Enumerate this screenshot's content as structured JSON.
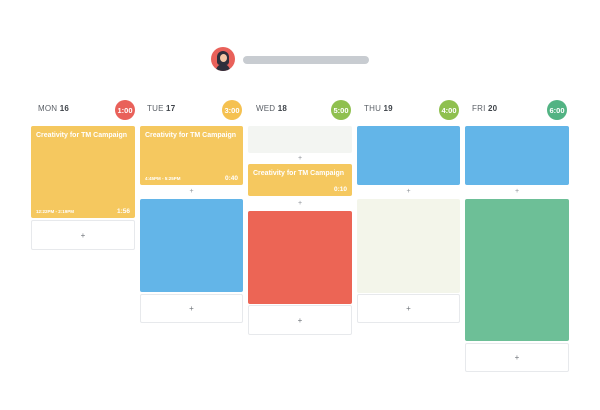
{
  "header": {
    "avatar_icon": "user-avatar-icon",
    "name_placeholder": ""
  },
  "colors": {
    "yellow": "#f5c85f",
    "blue": "#63b5e8",
    "red": "#ec6555",
    "green": "#6dbf97",
    "pale": "#f3f5ea",
    "badge_mon": "#e9615a",
    "badge_tue": "#f5c150",
    "badge_wed": "#8fc04f",
    "badge_thu": "#8fc04f",
    "badge_fri": "#52b383"
  },
  "days": [
    {
      "dow": "MON",
      "date": "16",
      "total": "1:00"
    },
    {
      "dow": "TUE",
      "date": "17",
      "total": "3:00"
    },
    {
      "dow": "WED",
      "date": "18",
      "total": "5:00"
    },
    {
      "dow": "THU",
      "date": "19",
      "total": "4:00"
    },
    {
      "dow": "FRI",
      "date": "20",
      "total": "6:00"
    }
  ],
  "events": {
    "mon_1": {
      "title": "Creativity for TM Campaign",
      "time": "12:22PM - 2:19PM",
      "duration": "1:56"
    },
    "tue_1": {
      "title": "Creativity for TM Campaign",
      "time": "4:45PM - 5:25PM",
      "duration": "0:40"
    },
    "wed_1": {
      "title": "Creativity for TM Campaign",
      "duration": "0:10"
    }
  },
  "add_symbol": "+"
}
